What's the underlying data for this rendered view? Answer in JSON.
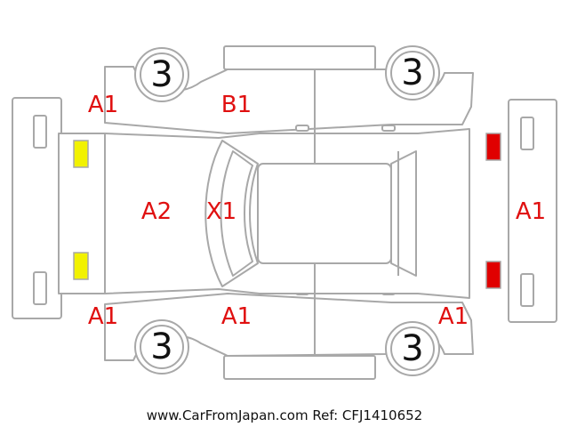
{
  "colors": {
    "outline": "#a8a8a8",
    "damage_code": "#e01010",
    "front_lamp": "#f2f200",
    "rear_lamp": "#e00000",
    "wheel_number": "#111111"
  },
  "wheels": {
    "front_left": "3",
    "rear_left": "3",
    "front_right": "3",
    "rear_right": "3"
  },
  "codes": {
    "front_left_fender": "A1",
    "left_front_door": "B1",
    "hood": "A2",
    "windshield": "X1",
    "front_bumper": "A1",
    "right_front_door": "A1",
    "rear_right_fender": "A1",
    "rear_bumper": "A1"
  },
  "icons": {
    "headlamp": "headlamp-icon",
    "taillamp": "taillamp-icon"
  },
  "footer": {
    "text": "www.CarFromJapan.com Ref: CFJ1410652"
  }
}
